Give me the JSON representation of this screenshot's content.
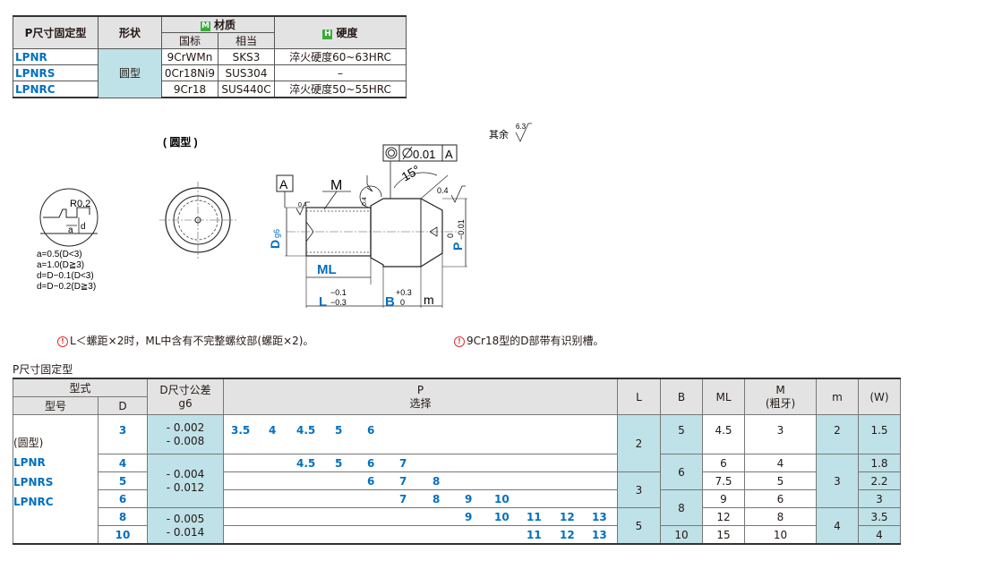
{
  "material_table": {
    "h_type": "P尺寸固定型",
    "h_shape": "形状",
    "h_material": "材质",
    "h_material_badge": "M",
    "h_std": "国标",
    "h_equiv": "相当",
    "h_hardness": "硬度",
    "h_hardness_badge": "H",
    "shape": "圆型",
    "rows": [
      {
        "code": "LPNR",
        "std": "9CrWMn",
        "equiv": "SKS3",
        "hardness": "淬火硬度60~63HRC"
      },
      {
        "code": "LPNRS",
        "std": "0Cr18Ni9",
        "equiv": "SUS304",
        "hardness": "–"
      },
      {
        "code": "LPNRC",
        "std": "9Cr18",
        "equiv": "SUS440C",
        "hardness": "淬火硬度50~55HRC"
      }
    ]
  },
  "drawing": {
    "round_label": "( 圆型 )",
    "roughness_other": "其余",
    "roughness_main": "6.3",
    "roughness_04": "0.4",
    "datum": "A",
    "tolerance": "0.01",
    "datum_ref": "A",
    "angle": "15°",
    "m_label": "M",
    "ml_label": "ML",
    "d_label": "D",
    "d_sub": "g6",
    "p_label": "P",
    "p_tol_up": "0",
    "p_tol_low": "−0.01",
    "l_label": "L",
    "l_tol_up": "−0.1",
    "l_tol_low": "−0.3",
    "b_label": "B",
    "b_tol_up": "+0.3",
    "b_tol_low": "0",
    "m_dim": "m",
    "r_label": "R0.2",
    "a_label": "a",
    "d_small": "d",
    "formulas": [
      "a=0.5(D<3)",
      "a=1.0(D≧3)",
      "d=D−0.1(D<3)",
      "d=D−0.2(D≧3)"
    ]
  },
  "notes": {
    "note1": "L＜螺距×2时，ML中含有不完整螺纹部(螺距×2)。",
    "note2": "9Cr18型的D部带有识别槽。"
  },
  "spec_section_title": "P尺寸固定型",
  "spec_table": {
    "h_style": "型式",
    "h_model": "型号",
    "h_d": "D",
    "h_tol": "D尺寸公差",
    "h_tol2": "g6",
    "h_p": "P",
    "h_p2": "选择",
    "h_l": "L",
    "h_b": "B",
    "h_ml": "ML",
    "h_m": "M",
    "h_m2": "(粗牙)",
    "h_small_m": "m",
    "h_w": "(W)",
    "model_lines": [
      "(圆型)",
      "LPNR",
      "LPNRS",
      "LPNRC"
    ],
    "rows": [
      {
        "d": "3",
        "p": [
          "3.5",
          "4",
          "4.5",
          "5",
          "6"
        ],
        "ml": "4.5",
        "m": "3",
        "w": "1.5"
      },
      {
        "d": "4",
        "p": [
          "4.5",
          "5",
          "6",
          "7"
        ],
        "ml": "6",
        "m": "4",
        "w": "1.8"
      },
      {
        "d": "5",
        "p": [
          "6",
          "7",
          "8"
        ],
        "ml": "7.5",
        "m": "5",
        "w": "2.2"
      },
      {
        "d": "6",
        "p": [
          "7",
          "8",
          "9",
          "10"
        ],
        "ml": "9",
        "m": "6",
        "w": "3"
      },
      {
        "d": "8",
        "p": [
          "9",
          "10",
          "11",
          "12",
          "13"
        ],
        "ml": "12",
        "m": "8",
        "w": "3.5"
      },
      {
        "d": "10",
        "p": [
          "11",
          "12",
          "13"
        ],
        "ml": "15",
        "m": "10",
        "w": "4"
      }
    ],
    "tol_groups": [
      {
        "up": "- 0.002",
        "low": "- 0.008"
      },
      {
        "up": "- 0.004",
        "low": "- 0.012"
      },
      {
        "up": "- 0.005",
        "low": "- 0.014"
      }
    ],
    "l_groups": [
      "2",
      "3",
      "5"
    ],
    "b_groups": [
      "5",
      "6",
      "8",
      "10"
    ],
    "sm_groups": [
      "2",
      "3",
      "4"
    ]
  }
}
